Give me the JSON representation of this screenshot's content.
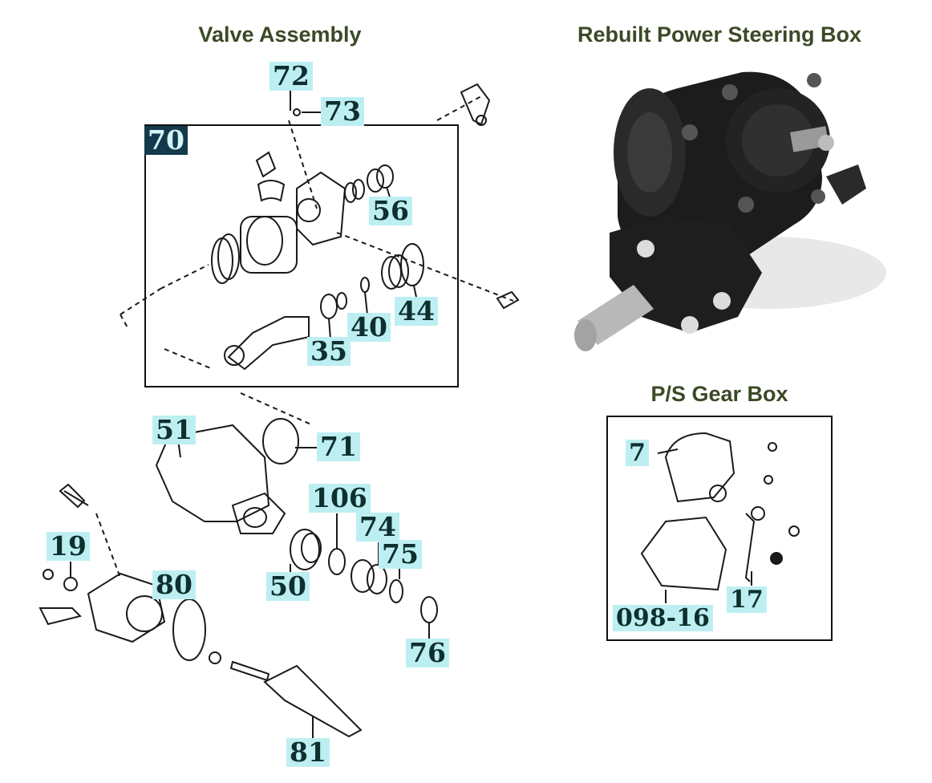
{
  "titles": {
    "valve_assembly": "Valve Assembly",
    "rebuilt_box": "Rebuilt Power Steering Box",
    "ps_gear_box": "P/S Gear Box"
  },
  "callouts": {
    "c72": "72",
    "c73": "73",
    "c70": "70",
    "c56": "56",
    "c44": "44",
    "c40": "40",
    "c35": "35",
    "c51": "51",
    "c71": "71",
    "c106": "106",
    "c74": "74",
    "c75": "75",
    "c19": "19",
    "c80": "80",
    "c50": "50",
    "c76": "76",
    "c81": "81",
    "c7": "7",
    "c17": "17",
    "c09816": "098-16"
  },
  "colors": {
    "title": "#3b4a26",
    "callout_bg": "#bdeff2",
    "callout_dark_bg": "#14394a"
  }
}
